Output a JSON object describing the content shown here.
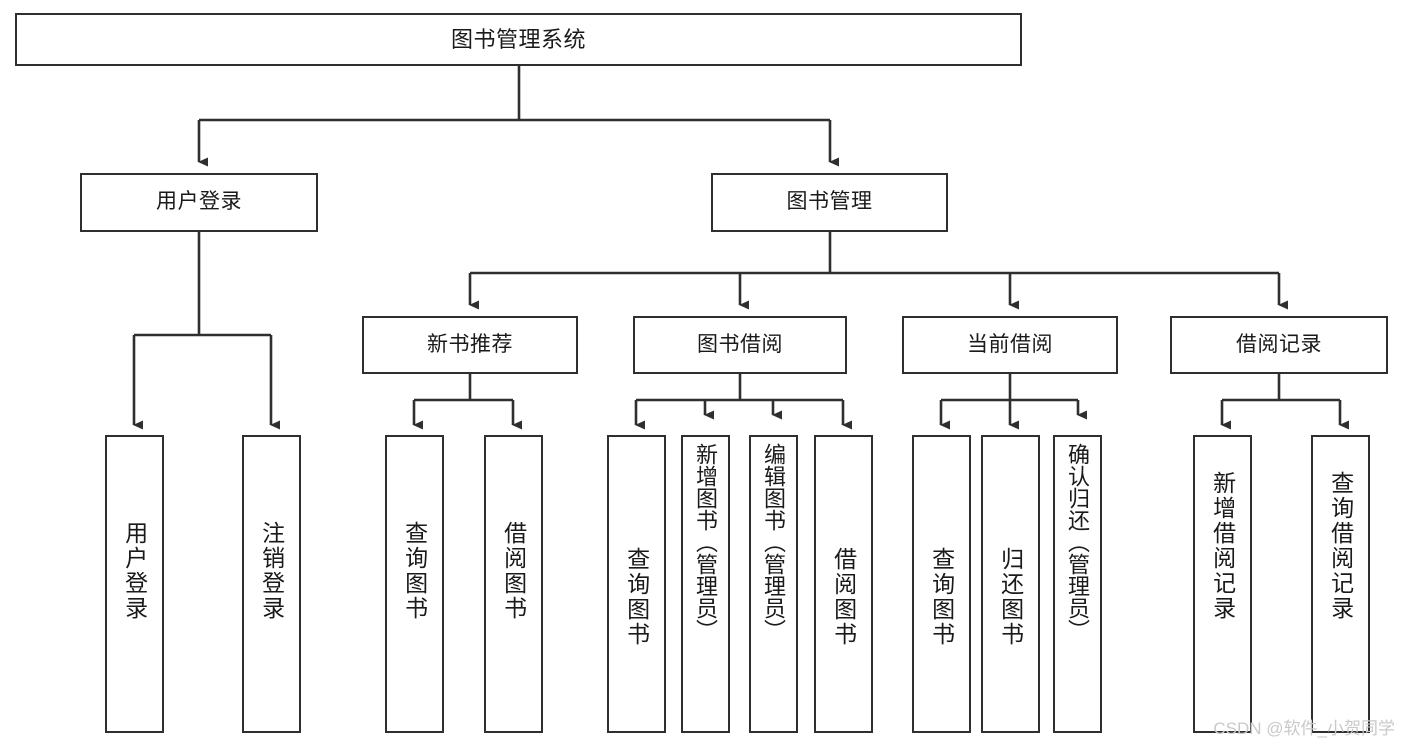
{
  "diagram": {
    "title": "图书管理系统",
    "type": "tree-hierarchy-chart",
    "stroke_color": "#2f2f2f",
    "fill_color": "#ffffff",
    "text_color": "#1a1a1a",
    "watermark": "CSDN @软件_小贺同学",
    "nodes": {
      "root": {
        "label": "图书管理系统"
      },
      "level2": [
        {
          "id": "user-login",
          "label": "用户登录"
        },
        {
          "id": "book-management",
          "label": "图书管理"
        }
      ],
      "level3": [
        {
          "id": "new-book-recommend",
          "label": "新书推荐"
        },
        {
          "id": "book-borrow",
          "label": "图书借阅"
        },
        {
          "id": "current-borrow",
          "label": "当前借阅"
        },
        {
          "id": "borrow-record",
          "label": "借阅记录"
        }
      ],
      "level4": [
        {
          "id": "leaf-user-login",
          "label": "用户登录",
          "parent": "user-login"
        },
        {
          "id": "leaf-logout-login",
          "label": "注销登录",
          "parent": "user-login"
        },
        {
          "id": "leaf-query-book-1",
          "label": "查询图书",
          "parent": "new-book-recommend"
        },
        {
          "id": "leaf-borrow-book-1",
          "label": "借阅图书",
          "parent": "new-book-recommend"
        },
        {
          "id": "leaf-query-book-2",
          "label": "查询图书",
          "parent": "book-borrow"
        },
        {
          "id": "leaf-add-book",
          "label": "新增图书（管理员）",
          "parent": "book-borrow"
        },
        {
          "id": "leaf-edit-book",
          "label": "编辑图书（管理员）",
          "parent": "book-borrow"
        },
        {
          "id": "leaf-borrow-book-2",
          "label": "借阅图书",
          "parent": "book-borrow"
        },
        {
          "id": "leaf-query-book-3",
          "label": "查询图书",
          "parent": "current-borrow"
        },
        {
          "id": "leaf-return-book",
          "label": "归还图书",
          "parent": "current-borrow"
        },
        {
          "id": "leaf-confirm-return",
          "label": "确认归还（管理员）",
          "parent": "current-borrow"
        },
        {
          "id": "leaf-add-record",
          "label": "新增借阅记录",
          "parent": "borrow-record"
        },
        {
          "id": "leaf-query-record",
          "label": "查询借阅记录",
          "parent": "borrow-record"
        }
      ]
    }
  }
}
